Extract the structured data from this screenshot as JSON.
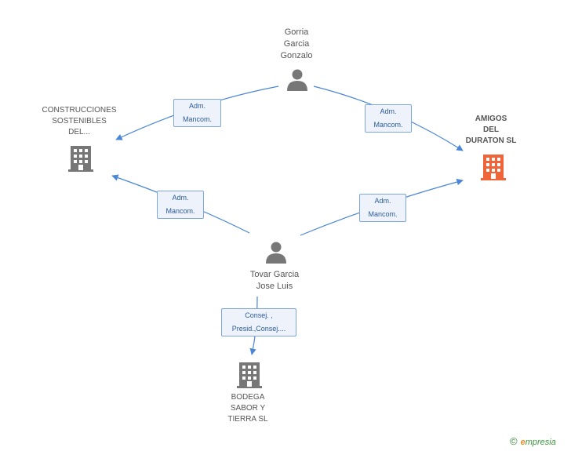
{
  "nodes": {
    "gorria": {
      "label_lines": [
        "Gorria",
        "Garcia",
        "Gonzalo"
      ],
      "type": "person"
    },
    "tovar": {
      "label_lines": [
        "Tovar Garcia",
        "Jose Luis"
      ],
      "type": "person"
    },
    "construcciones": {
      "label_lines": [
        "CONSTRUCCIONES",
        "SOSTENIBLES",
        "DEL..."
      ],
      "type": "company"
    },
    "amigos": {
      "label_lines": [
        "AMIGOS",
        "DEL",
        "DURATON SL"
      ],
      "type": "company",
      "highlighted": true
    },
    "bodega": {
      "label_lines": [
        "BODEGA",
        "SABOR Y",
        "TIERRA SL"
      ],
      "type": "company"
    }
  },
  "edges": {
    "gorria_construcciones": {
      "role_lines": [
        "Adm.",
        "Mancom."
      ]
    },
    "gorria_amigos": {
      "role_lines": [
        "Adm.",
        "Mancom."
      ]
    },
    "tovar_construcciones": {
      "role_lines": [
        "Adm.",
        "Mancom."
      ]
    },
    "tovar_amigos": {
      "role_lines": [
        "Adm.",
        "Mancom."
      ]
    },
    "tovar_bodega": {
      "role_lines": [
        "Consej. ,",
        "Presid.,Consej...."
      ]
    }
  },
  "colors": {
    "edge": "#4a86d8",
    "person_icon": "#777777",
    "company_icon": "#777777",
    "highlight_icon": "#f0643a",
    "role_box_bg": "#eef3fb",
    "role_box_border": "#7fa6dc"
  },
  "icons": {
    "person": "person-icon",
    "company": "building-icon"
  },
  "footer": {
    "copyright_symbol": "©",
    "brand_initial": "e",
    "brand_rest": "mpresia"
  }
}
